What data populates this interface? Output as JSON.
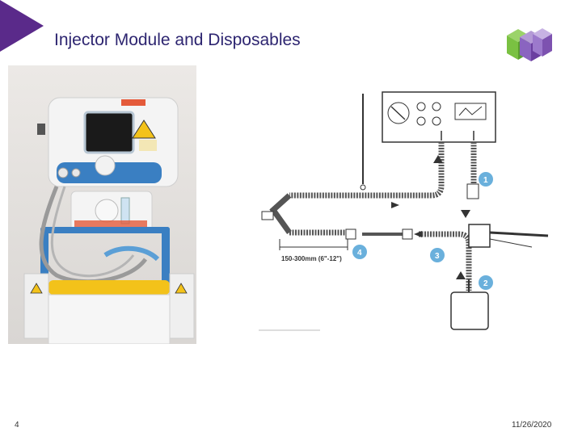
{
  "slide": {
    "title": "Injector Module and Disposables",
    "page_number": "4",
    "date": "11/26/2020"
  },
  "colors": {
    "accent_purple": "#5a2a8a",
    "title_color": "#2d2570",
    "logo_green": "#7ac142",
    "logo_purple": "#6b3fa0",
    "badge_blue": "#6ab0dc",
    "device_blue": "#3a7fc2",
    "device_yellow": "#f3c21a"
  },
  "photo": {
    "subject": "injector module device on cart"
  },
  "diagram": {
    "dimension_label": "150-300mm (6\"-12\")",
    "markers": [
      "1",
      "2",
      "3",
      "4"
    ]
  }
}
